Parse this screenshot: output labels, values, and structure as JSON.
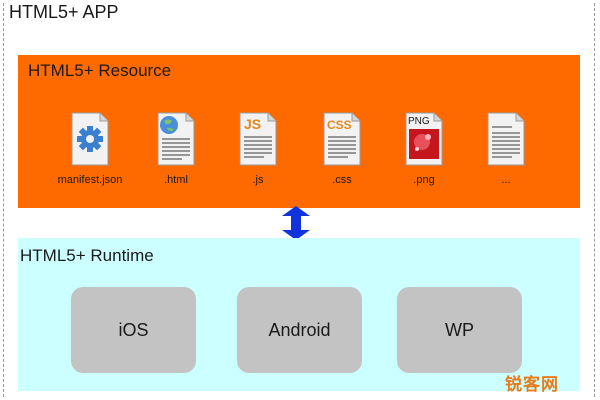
{
  "app": {
    "title": "HTML5+ APP"
  },
  "resource": {
    "title": "HTML5+ Resource",
    "color": "#ff6a00",
    "files": [
      {
        "label": "manifest.json",
        "icon": "gear-file-icon",
        "tag": ""
      },
      {
        "label": ".html",
        "icon": "globe-file-icon",
        "tag": ""
      },
      {
        "label": ".js",
        "icon": "js-file-icon",
        "tag": "JS"
      },
      {
        "label": ".css",
        "icon": "css-file-icon",
        "tag": "CSS"
      },
      {
        "label": ".png",
        "icon": "png-file-icon",
        "tag": "PNG"
      },
      {
        "label": "...",
        "icon": "generic-file-icon",
        "tag": ""
      }
    ]
  },
  "connector": {
    "icon": "double-arrow-icon",
    "color": "#1133dd"
  },
  "runtime": {
    "title": "HTML5+ Runtime",
    "color": "#ccffff",
    "platforms": [
      {
        "label": "iOS"
      },
      {
        "label": "Android"
      },
      {
        "label": "WP"
      }
    ]
  },
  "watermark": {
    "text": "锐客网"
  }
}
